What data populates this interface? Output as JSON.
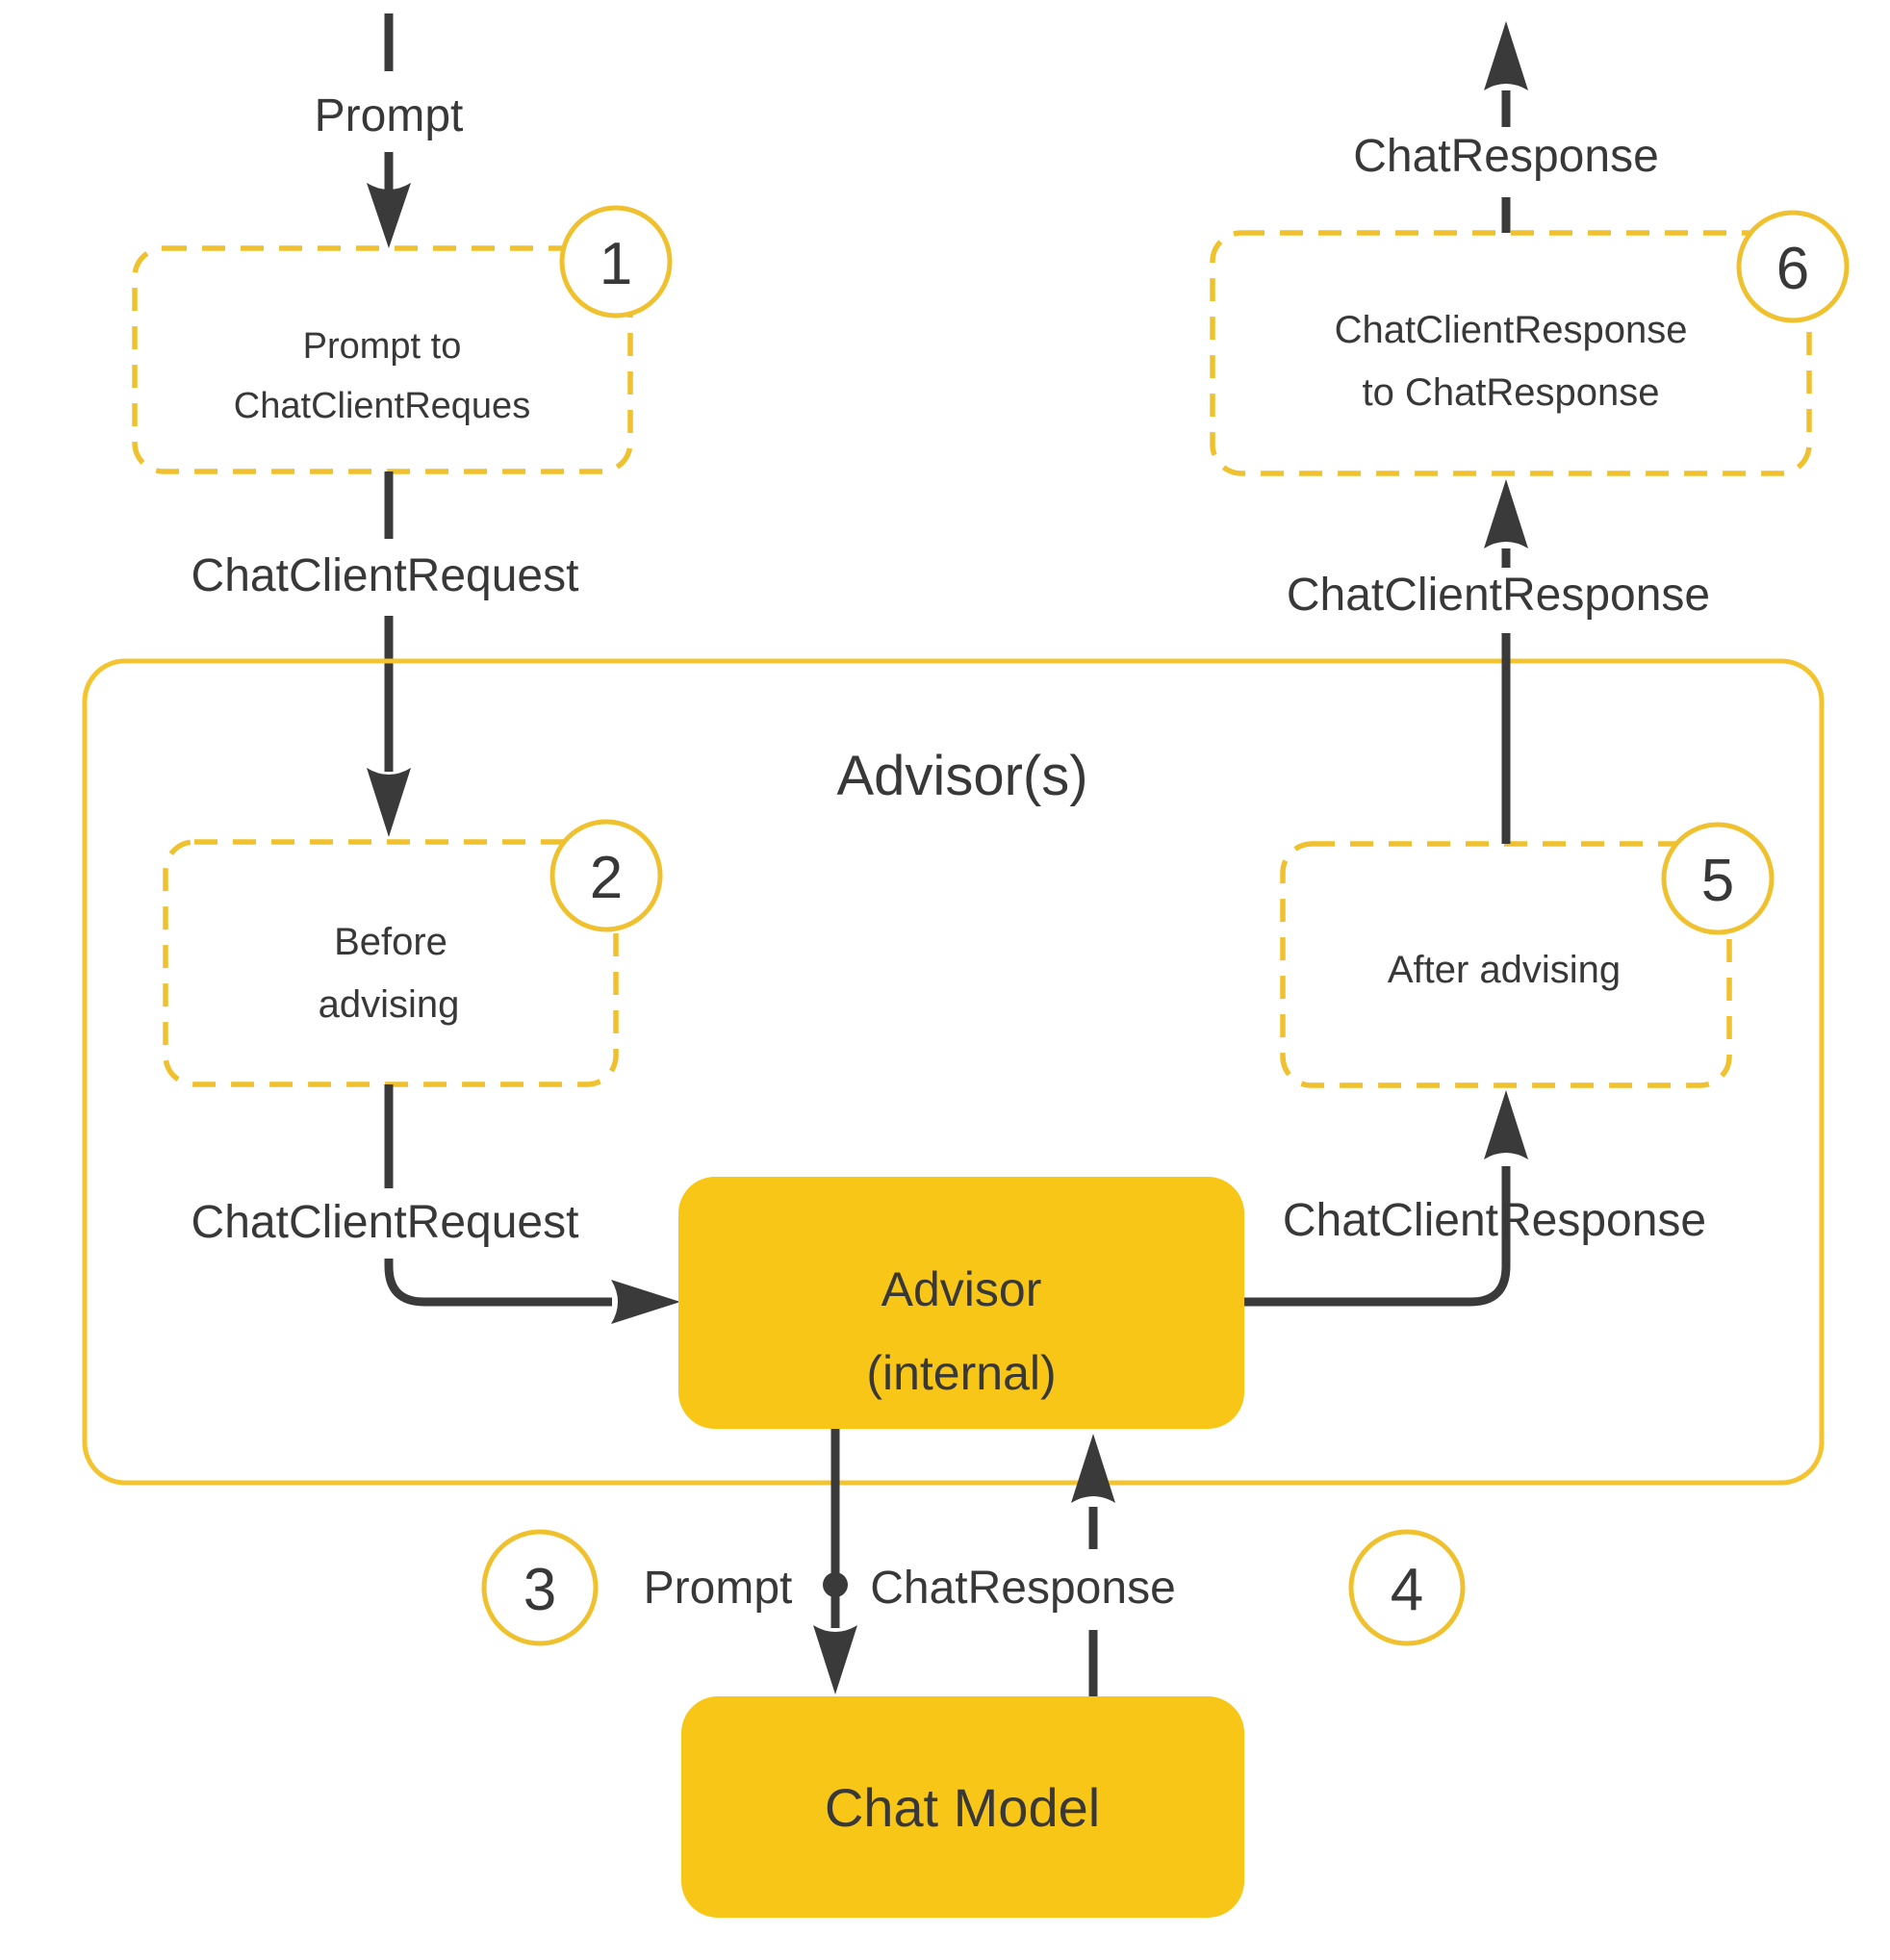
{
  "colors": {
    "box_fill": "#f8c617",
    "dashed_stroke": "#f0c12e",
    "container_stroke": "#f4c430",
    "flow_ink": "#3a3a3a",
    "text_ink": "#383838",
    "background": "#ffffff"
  },
  "flow_top_left": {
    "input_label": "Prompt",
    "request_label": "ChatClientRequest"
  },
  "step1": {
    "number": "1",
    "line1": "Prompt to",
    "line2": "ChatClientReques"
  },
  "advisors_container": {
    "title": "Advisor(s)"
  },
  "step2": {
    "number": "2",
    "line1": "Before",
    "line2": "advising",
    "request_label": "ChatClientRequest"
  },
  "advisor_internal": {
    "line1": "Advisor",
    "line2": "(internal)",
    "response_label": "ChatClientResponse"
  },
  "step5": {
    "number": "5",
    "label": "After advising",
    "response_label": "ChatClientResponse"
  },
  "step6": {
    "number": "6",
    "line1": "ChatClientResponse",
    "line2": "to ChatResponse",
    "output_label": "ChatResponse"
  },
  "step3": {
    "number": "3",
    "label": "Prompt"
  },
  "step4": {
    "number": "4",
    "label": "ChatResponse"
  },
  "chat_model": {
    "label": "Chat Model"
  }
}
